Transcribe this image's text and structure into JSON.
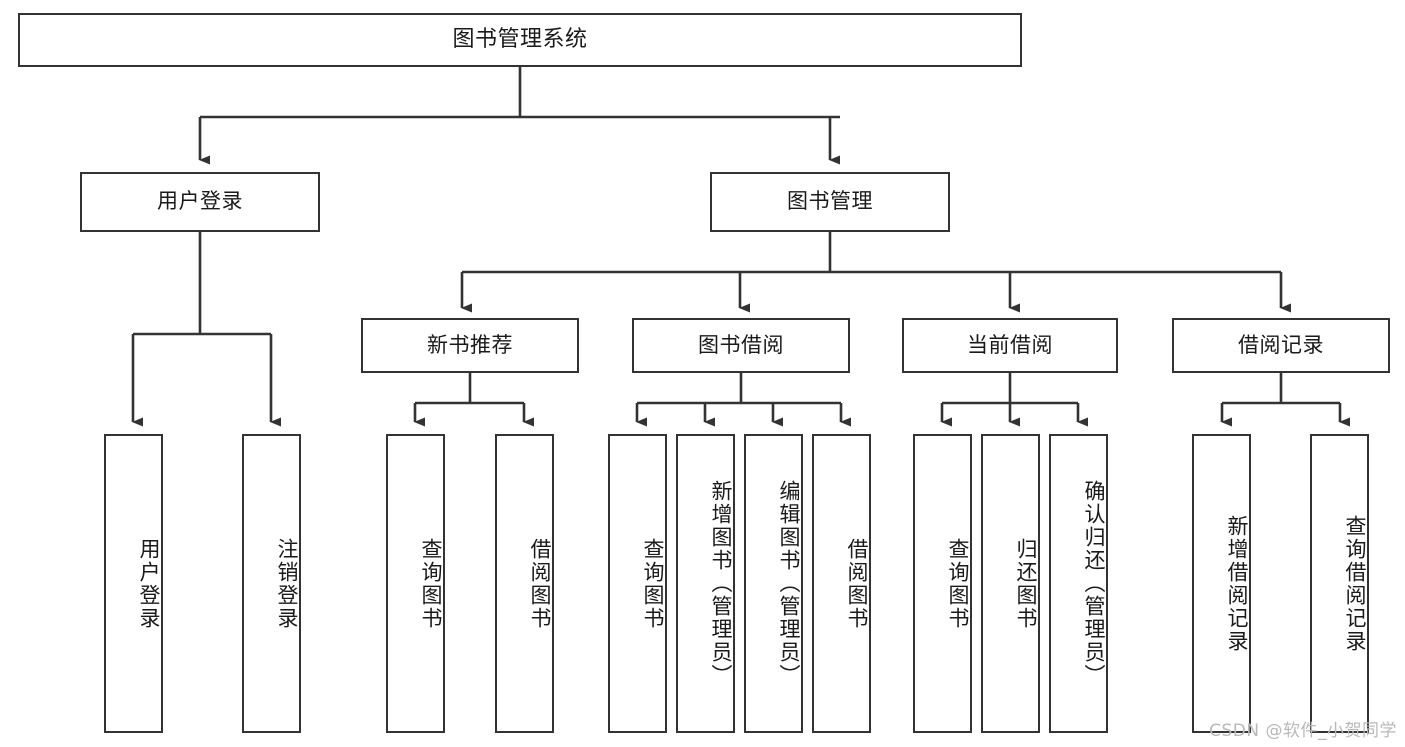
{
  "diagram": {
    "type": "tree-hierarchy",
    "title": "图书管理系统",
    "colors": {
      "box_border": "#333333",
      "box_fill": "#ffffff",
      "connector": "#333333",
      "background": "#ffffff",
      "watermark": "#b9b9b9"
    },
    "levels": {
      "root": {
        "label": "图书管理系统"
      },
      "level2": [
        {
          "id": "user-login",
          "label": "用户登录"
        },
        {
          "id": "book-management",
          "label": "图书管理"
        }
      ],
      "level3": [
        {
          "id": "new-book-recommend",
          "label": "新书推荐",
          "parent": "book-management"
        },
        {
          "id": "book-borrow",
          "label": "图书借阅",
          "parent": "book-management"
        },
        {
          "id": "current-borrow",
          "label": "当前借阅",
          "parent": "book-management"
        },
        {
          "id": "borrow-record",
          "label": "借阅记录",
          "parent": "book-management"
        }
      ],
      "leaves": [
        {
          "id": "leaf-user-login",
          "label": "用户登录",
          "parent": "user-login"
        },
        {
          "id": "leaf-logout-login",
          "label": "注销登录",
          "parent": "user-login"
        },
        {
          "id": "leaf-query-book-1",
          "label": "查询图书",
          "parent": "new-book-recommend"
        },
        {
          "id": "leaf-borrow-book-1",
          "label": "借阅图书",
          "parent": "new-book-recommend"
        },
        {
          "id": "leaf-query-book-2",
          "label": "查询图书",
          "parent": "book-borrow"
        },
        {
          "id": "leaf-add-book",
          "label": "新增图书（管理员）",
          "parent": "book-borrow"
        },
        {
          "id": "leaf-edit-book",
          "label": "编辑图书（管理员）",
          "parent": "book-borrow"
        },
        {
          "id": "leaf-borrow-book-2",
          "label": "借阅图书",
          "parent": "book-borrow"
        },
        {
          "id": "leaf-query-book-3",
          "label": "查询图书",
          "parent": "current-borrow"
        },
        {
          "id": "leaf-return-book",
          "label": "归还图书",
          "parent": "current-borrow"
        },
        {
          "id": "leaf-confirm-return",
          "label": "确认归还（管理员）",
          "parent": "current-borrow"
        },
        {
          "id": "leaf-add-record",
          "label": "新增借阅记录",
          "parent": "borrow-record"
        },
        {
          "id": "leaf-query-record",
          "label": "查询借阅记录",
          "parent": "borrow-record"
        }
      ]
    },
    "watermark": "CSDN @软件_小贺同学"
  }
}
